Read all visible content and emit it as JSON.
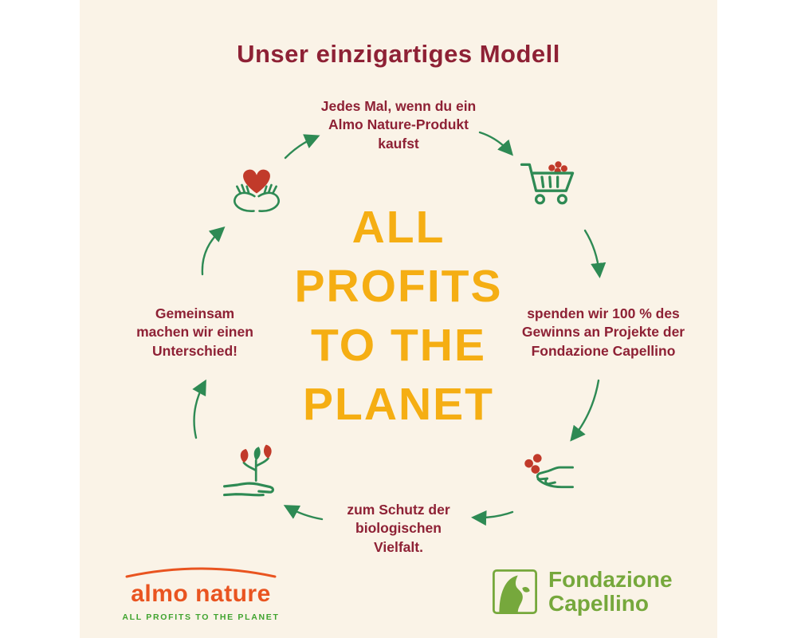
{
  "title": "Unser einzigartiges Modell",
  "center": {
    "line1": "ALL",
    "line2": "PROFITS",
    "line3": "TO THE",
    "line4": "PLANET"
  },
  "steps": {
    "buy": "Jedes Mal, wenn du ein\nAlmo Nature-Produkt\nkaufst",
    "donate": "spenden wir 100 % des\nGewinns an Projekte der\nFondazione Capellino",
    "protect": "zum Schutz der\nbiologischen\nVielfalt.",
    "together": "Gemeinsam\nmachen wir einen\nUnterschied!"
  },
  "icons": {
    "hands_heart": "hands-holding-heart",
    "cart": "shopping-cart",
    "hand_coins": "hand-giving-coins",
    "hand_sprout": "hand-with-sprout"
  },
  "logos": {
    "almo": {
      "name": "almo nature",
      "tagline": "ALL PROFITS TO THE PLANET"
    },
    "fondazione": {
      "line1": "Fondazione",
      "line2": "Capellino"
    }
  },
  "colors": {
    "maroon": "#8e2135",
    "yellow": "#f5ae13",
    "green": "#2e8a54",
    "red": "#c13a2a",
    "almo_orange": "#e95420",
    "almo_green": "#3fa32e",
    "fondazione_green": "#76a83c",
    "panel_bg": "#faf3e7"
  }
}
